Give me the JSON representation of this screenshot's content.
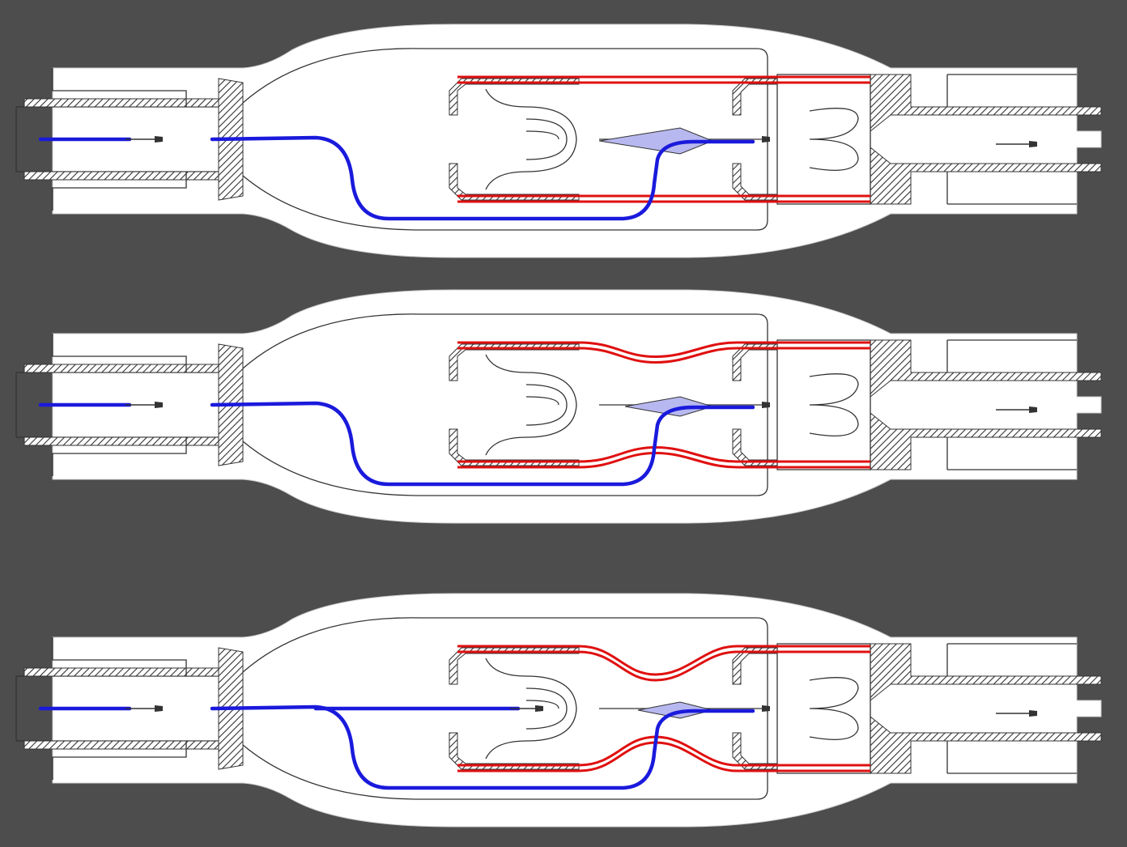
{
  "colors": {
    "background": "#4d4d4d",
    "body": "#ffffff",
    "outline": "#333333",
    "flow": "#1a1adc",
    "sleeve": "#e01010",
    "flap": "#b8b8f0"
  },
  "panels": [
    {
      "constriction": 0.0,
      "flap_open": 1.0,
      "direct_flow": false
    },
    {
      "constriction": 0.35,
      "flap_open": 0.6,
      "direct_flow": false
    },
    {
      "constriction": 0.7,
      "flap_open": 0.4,
      "direct_flow": true
    }
  ]
}
